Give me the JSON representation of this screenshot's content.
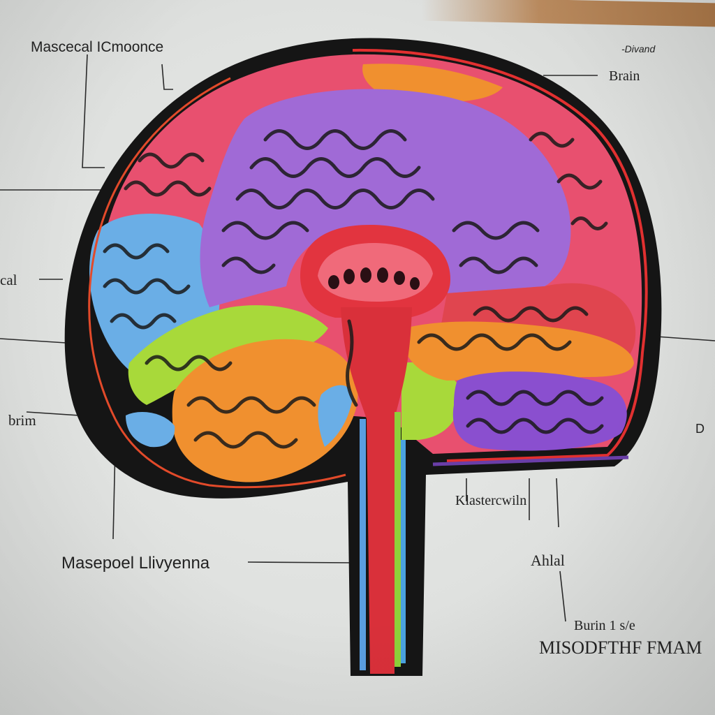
{
  "labels": {
    "top_left": "Mascecal ICmoonce",
    "top_right_small": "-Divand",
    "right_upper": "Brain",
    "left_mid": "cal",
    "left_lower": "brim",
    "right_mid": "D",
    "bottom_left": "Masepoel Llivyenna",
    "right_lower": "Klastercwiln",
    "right_bottom_a": "Ahlal",
    "right_bottom_b": "Burin 1 s/e",
    "right_bottom_c": "MISODFTHF FMAM"
  },
  "colors": {
    "outline": "#151515",
    "pink": "#e8506f",
    "purple": "#a06ad6",
    "red": "#e43a3f",
    "blue": "#6aaee6",
    "lime": "#a8d93a",
    "orange": "#f0902f",
    "violet": "#8a4fcf"
  }
}
